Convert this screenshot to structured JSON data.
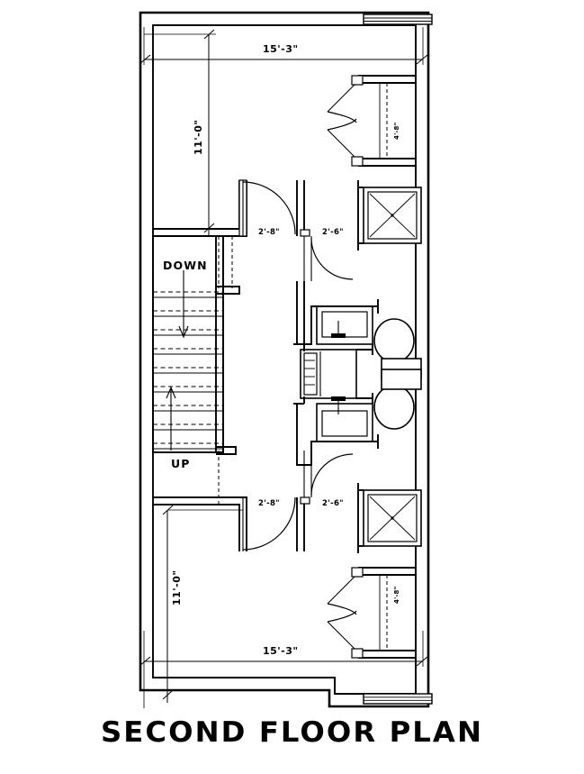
{
  "drawing": {
    "title": "SECOND FLOOR PLAN",
    "type": "architectural-floor-plan",
    "units": "feet-inches",
    "line_color": "#000000",
    "background_color": "#ffffff"
  },
  "dimensions": {
    "overall_width_top": "15'-3\"",
    "overall_width_bottom": "15'-3\"",
    "room_depth_top": "11'-0\"",
    "room_depth_bottom": "11'-0\"",
    "door_top_left": "2'-8\"",
    "door_top_right": "2'-6\"",
    "door_bottom_left": "2'-8\"",
    "door_bottom_right": "2'-6\"",
    "closet_top": "4'-8\"",
    "closet_bottom": "4'-8\""
  },
  "stairs": {
    "down_label": "DOWN",
    "up_label": "UP",
    "tread_count": 11
  },
  "rooms": [
    {
      "name": "bedroom-upper",
      "width": "15'-3\"",
      "depth": "11'-0\""
    },
    {
      "name": "bedroom-lower",
      "width": "15'-3\"",
      "depth": "11'-0\""
    },
    {
      "name": "bath-upper",
      "fixtures": [
        "shower",
        "toilet",
        "vanity"
      ]
    },
    {
      "name": "bath-lower",
      "fixtures": [
        "shower",
        "toilet",
        "vanity"
      ]
    },
    {
      "name": "stair-hall",
      "features": [
        "stair-down",
        "stair-up"
      ]
    }
  ],
  "fixtures": {
    "shower_upper": "shower-stall",
    "shower_lower": "shower-stall",
    "toilet_upper": "toilet",
    "toilet_lower": "toilet",
    "vanity_upper": "vanity-sink",
    "vanity_lower": "vanity-sink",
    "linen_closet": "shelving-unit"
  },
  "openings": {
    "window_top": "window",
    "window_bottom": "window",
    "closet_door_upper": "bifold-door",
    "closet_door_lower": "bifold-door",
    "door_upper_hall": "hinged-door",
    "door_lower_hall": "hinged-door",
    "door_upper_bath": "pocket-door",
    "door_lower_bath": "pocket-door"
  }
}
